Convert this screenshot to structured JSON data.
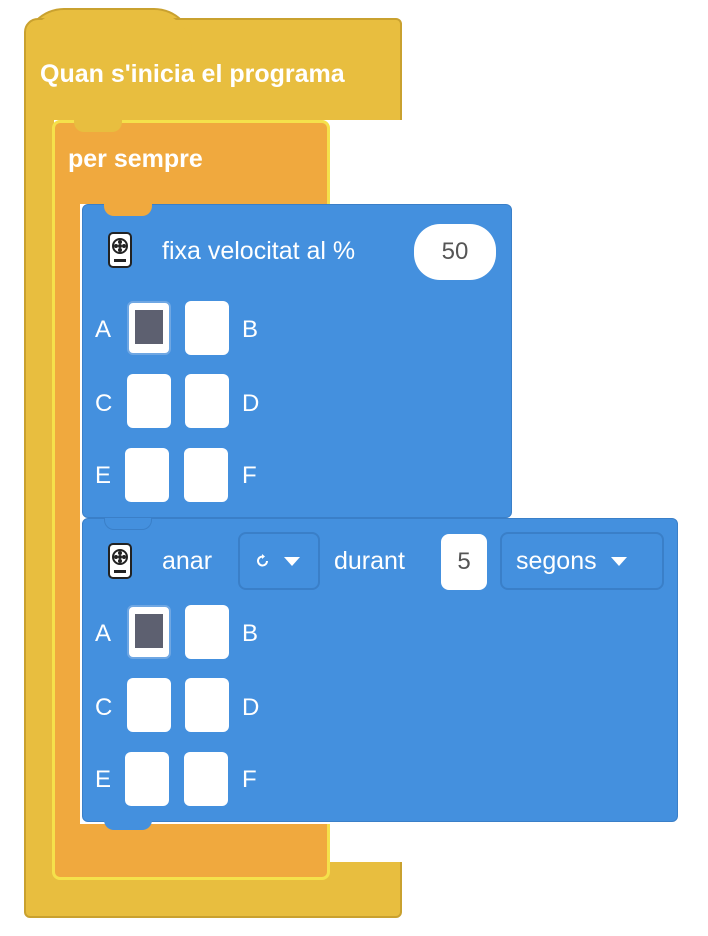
{
  "hat_block": {
    "label": "Quan s'inicia el programa"
  },
  "forever_block": {
    "label": "per sempre"
  },
  "speed_block": {
    "label": "fixa velocitat al %",
    "value": "50",
    "icon": "motor-icon",
    "ports": [
      {
        "letter": "A",
        "selected": true
      },
      {
        "letter": "B",
        "selected": false
      },
      {
        "letter": "C",
        "selected": false
      },
      {
        "letter": "D",
        "selected": false
      },
      {
        "letter": "E",
        "selected": false
      },
      {
        "letter": "F",
        "selected": false
      }
    ]
  },
  "run_block": {
    "label_go": "anar",
    "direction_icon": "clockwise-icon",
    "label_during": "durant",
    "duration": "5",
    "unit": "segons",
    "icon": "motor-icon",
    "ports": [
      {
        "letter": "A",
        "selected": true
      },
      {
        "letter": "B",
        "selected": false
      },
      {
        "letter": "C",
        "selected": false
      },
      {
        "letter": "D",
        "selected": false
      },
      {
        "letter": "E",
        "selected": false
      },
      {
        "letter": "F",
        "selected": false
      }
    ]
  },
  "colors": {
    "hat": "#E8BE3F",
    "forever": "#F0A93E",
    "forever_outline": "#F5E14B",
    "motor": "#4490DE",
    "port_selected_fill": "#5D6070"
  }
}
